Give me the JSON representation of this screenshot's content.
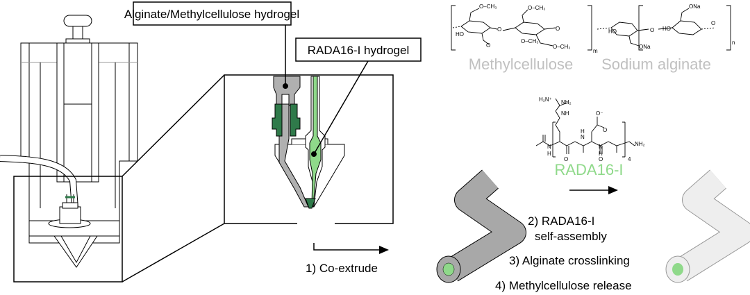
{
  "labels": {
    "alginate_mc": "Alginate/Methylcellulose hydrogel",
    "rada_hydrogel": "RADA16-I hydrogel",
    "methylcellulose": "Methylcellulose",
    "sodium_alginate": "Sodium alginate",
    "rada16": "RADA16-I"
  },
  "steps": {
    "step1": "1) Co-extrude",
    "step2a": "2) RADA16-I",
    "step2b": "self-assembly",
    "step3": "3) Alginate crosslinking",
    "step4": "4) Methylcellulose release"
  },
  "chem": {
    "och3": "O–CH₃",
    "ho": "HO",
    "ona": "ONa",
    "o": "O",
    "m": "m",
    "n": "n",
    "nh2": "NH₂",
    "h2n_plus": "H₂N⁺",
    "nh": "NH",
    "h": "H",
    "n_atom": "N",
    "o_minus": "O⁻",
    "sub4": "4"
  },
  "colors": {
    "green": "#8fd98a",
    "dark_green": "#2f7a4a",
    "gray_tube": "#a8a8a8",
    "light_tube": "#eeeeee",
    "gray_label": "#c0c0c0"
  }
}
